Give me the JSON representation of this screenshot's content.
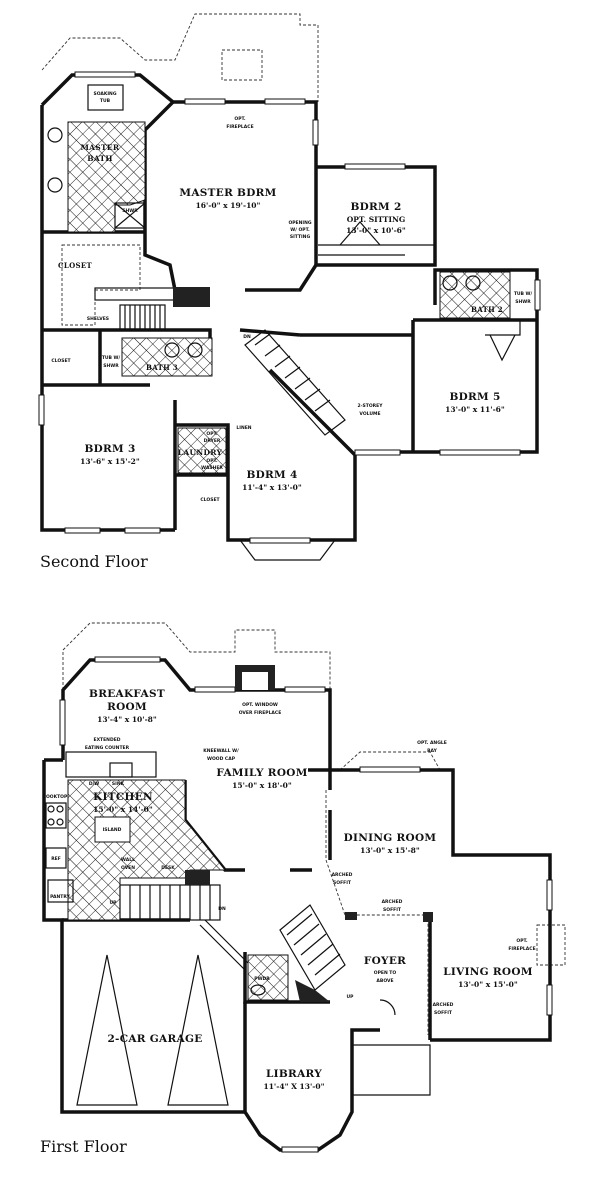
{
  "second_floor": {
    "caption": "Second Floor",
    "rooms": {
      "master_bdrm": {
        "name": "MASTER BDRM",
        "dims": "16'-0\" x 19'-10\""
      },
      "master_bath": {
        "name1": "MASTER",
        "name2": "BATH"
      },
      "bdrm2": {
        "name": "BDRM 2",
        "sub": "OPT. SITTING",
        "dims": "13'-0\" x 10'-6\""
      },
      "bdrm3": {
        "name": "BDRM 3",
        "dims": "13'-6\" x 15'-2\""
      },
      "bdrm4": {
        "name": "BDRM 4",
        "dims": "11'-4\" x 13'-0\""
      },
      "bdrm5": {
        "name": "BDRM 5",
        "dims": "13'-0\" x 11'-6\""
      },
      "bath2": {
        "name": "BATH 2"
      },
      "bath3": {
        "name": "BATH 3"
      },
      "laundry": {
        "name": "LAUNDRY"
      }
    },
    "notes": {
      "soaking_tub1": "SOAKING",
      "soaking_tub2": "TUB",
      "opt_fireplace1": "OPT.",
      "opt_fireplace2": "FIREPLACE",
      "shwr": "SHWR",
      "closet_master": "CLOSET",
      "shelves": "SHELVES",
      "opening1": "OPENING",
      "opening2": "W/ OPT.",
      "opening3": "SITTING",
      "closet_b3": "CLOSET",
      "tub_shwr1": "TUB W/",
      "tub_shwr2": "SHWR",
      "tub_shwr_b2_1": "TUB W/",
      "tub_shwr_b2_2": "SHWR",
      "dn": "DN",
      "volume1": "2-STOREY",
      "volume2": "VOLUME",
      "linen": "LINEN",
      "opt_dryer1": "OPT.",
      "opt_dryer2": "DRYER",
      "opt_washer1": "OPT.",
      "opt_washer2": "WASHER",
      "closet_laundry": "CLOSET"
    }
  },
  "first_floor": {
    "caption": "First Floor",
    "rooms": {
      "breakfast": {
        "name1": "BREAKFAST",
        "name2": "ROOM",
        "dims": "13'-4\" x 10'-8\""
      },
      "family": {
        "name": "FAMILY ROOM",
        "dims": "15'-0\" x 18'-0\""
      },
      "kitchen": {
        "name": "KITCHEN",
        "dims": "15'-0\" x 14'-0\""
      },
      "dining": {
        "name": "DINING ROOM",
        "dims": "13'-0\" x 15'-8\""
      },
      "living": {
        "name": "LIVING ROOM",
        "dims": "13'-0\" x 15'-0\""
      },
      "foyer": {
        "name": "FOYER",
        "sub1": "OPEN TO",
        "sub2": "ABOVE"
      },
      "garage": {
        "name": "2-CAR GARAGE"
      },
      "library": {
        "name": "LIBRARY",
        "dims": "11'-4\" X 13'-0\""
      },
      "pwdr": {
        "name": "PWDR"
      }
    },
    "notes": {
      "opt_window1": "OPT. WINDOW",
      "opt_window2": "OVER FIREPLACE",
      "eating1": "EXTENDED",
      "eating2": "EATING COUNTER",
      "kneewall1": "KNEEWALL W/",
      "kneewall2": "WOOD CAP",
      "cooktop": "COOKTOP",
      "dw": "D/W",
      "sink": "SINK",
      "island": "ISLAND",
      "ref": "REF",
      "pantry": "PANTRY",
      "wall_oven1": "WALL",
      "wall_oven2": "OVEN",
      "desk": "DESK",
      "up_back": "UP",
      "dn": "DN",
      "opt_angle_bay1": "OPT. ANGLE",
      "opt_angle_bay2": "BAY",
      "arched_soffit_a1": "ARCHED",
      "arched_soffit_a2": "SOFFIT",
      "arched_soffit_b1": "ARCHED",
      "arched_soffit_b2": "SOFFIT",
      "arched_soffit_c1": "ARCHED",
      "arched_soffit_c2": "SOFFIT",
      "opt_fireplace1": "OPT.",
      "opt_fireplace2": "FIREPLACE",
      "up": "UP"
    }
  }
}
